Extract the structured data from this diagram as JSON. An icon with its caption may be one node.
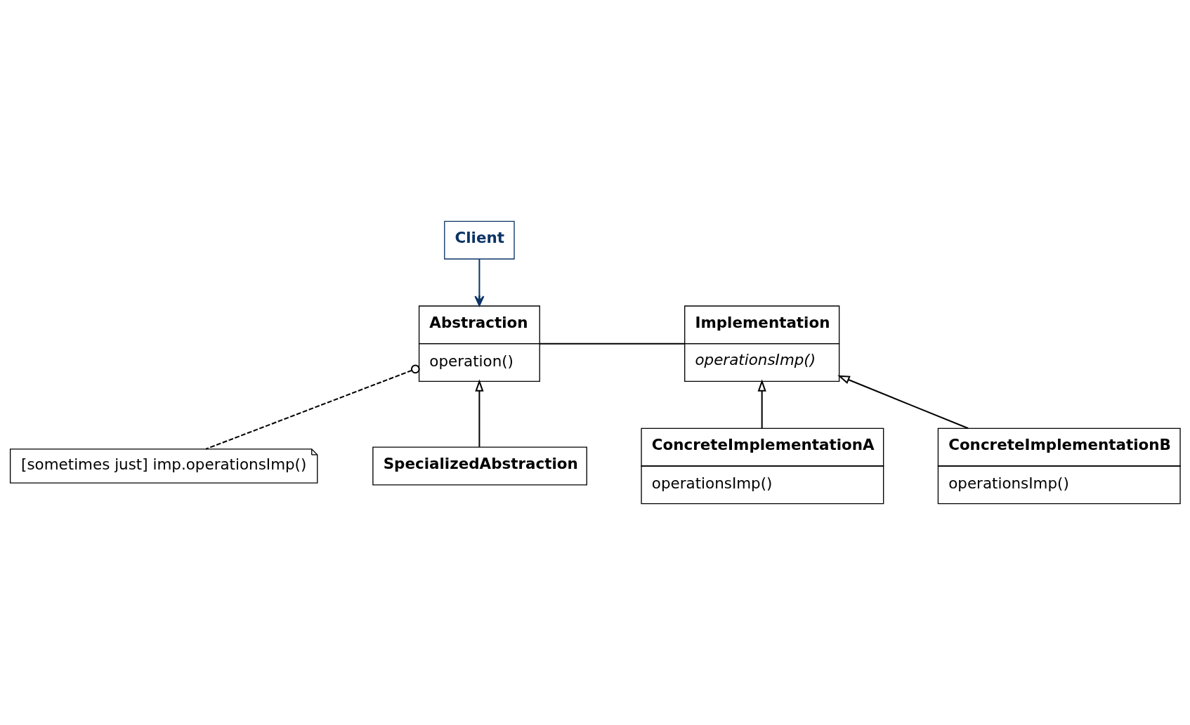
{
  "diagram": {
    "nodes": [
      {
        "text": [
          "Client"
        ]
      },
      {
        "text": [
          "Abstraction",
          "operation()"
        ]
      },
      {
        "text": [
          "Implementation",
          "operationsImp()"
        ]
      },
      {
        "text": [
          "[sometimes just] imp.operationsImp()"
        ]
      },
      {
        "text": [
          "SpecializedAbstraction"
        ]
      },
      {
        "text": [
          "ConcreteImplementationA",
          "operationsImp()"
        ]
      },
      {
        "text": [
          "ConcreteImplementationB",
          "operationsImp()"
        ]
      }
    ],
    "edges": [
      {
        "from": 0,
        "to": 1,
        "arrow": "to",
        "color": "#0b3466"
      },
      {
        "from": 1,
        "to": 2,
        "arrow": "none"
      },
      {
        "from": 3,
        "to": 1,
        "arrow": "other",
        "style": "dashed"
      },
      {
        "from": 4,
        "to": 1,
        "arrow": "to"
      },
      {
        "from": 5,
        "to": 2,
        "arrow": "to"
      },
      {
        "from": 6,
        "to": 2,
        "arrow": "to"
      }
    ]
  }
}
